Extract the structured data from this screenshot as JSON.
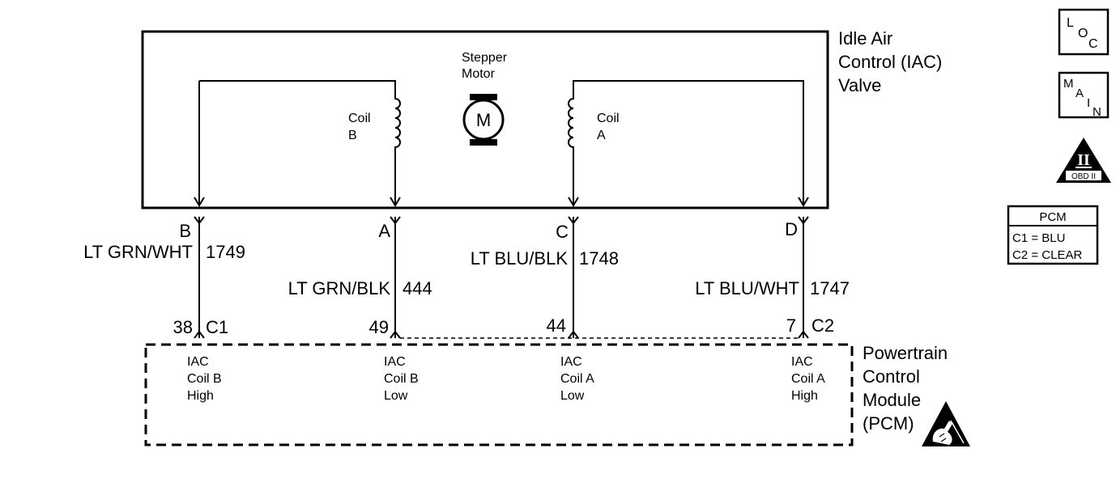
{
  "component": {
    "title_lines": [
      "Idle Air",
      "Control (IAC)",
      "Valve"
    ],
    "motor_label_lines": [
      "Stepper",
      "Motor"
    ],
    "motor_symbol": "M",
    "coil_b_lines": [
      "Coil",
      "B"
    ],
    "coil_a_lines": [
      "Coil",
      "A"
    ]
  },
  "pins": [
    {
      "letter": "B",
      "wire_color": "LT GRN/WHT",
      "circuit": "1749",
      "pcm_pin": "38",
      "pcm_label_lines": [
        "IAC",
        "Coil B",
        "High"
      ]
    },
    {
      "letter": "A",
      "wire_color": "LT GRN/BLK",
      "circuit": "444",
      "pcm_pin": "49",
      "pcm_label_lines": [
        "IAC",
        "Coil B",
        "Low"
      ]
    },
    {
      "letter": "C",
      "wire_color": "LT BLU/BLK",
      "circuit": "1748",
      "pcm_pin": "44",
      "pcm_label_lines": [
        "IAC",
        "Coil A",
        "Low"
      ]
    },
    {
      "letter": "D",
      "wire_color": "LT BLU/WHT",
      "circuit": "1747",
      "pcm_pin": "7",
      "pcm_label_lines": [
        "IAC",
        "Coil A",
        "High"
      ]
    }
  ],
  "connectors": {
    "left": "C1",
    "right": "C2"
  },
  "module": {
    "title_lines": [
      "Powertrain",
      "Control",
      "Module",
      "(PCM)"
    ]
  },
  "legend": {
    "loc": [
      "L",
      "O",
      "C"
    ],
    "main": [
      "M",
      "A",
      "I",
      "N"
    ],
    "obd_numeral": "II",
    "obd_text": "OBD II",
    "pcm_box_title": "PCM",
    "pcm_box_rows": [
      "C1 = BLU",
      "C2 = CLEAR"
    ]
  },
  "icons": [
    "esd-warning-icon",
    "obd-ii-icon",
    "stepper-motor-icon"
  ]
}
